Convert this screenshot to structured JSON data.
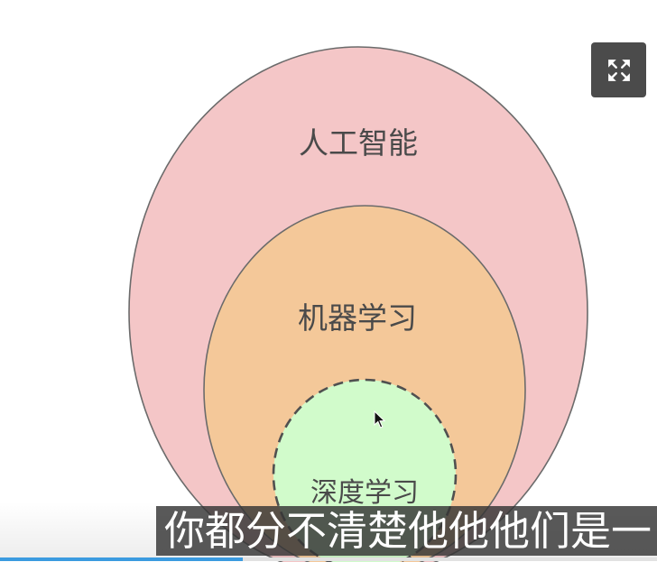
{
  "diagram": {
    "outer": {
      "label": "人工智能",
      "fill": "#f4c6c7"
    },
    "middle": {
      "label": "机器学习",
      "fill": "#f4c899"
    },
    "inner": {
      "label": "深度学习",
      "fill": "#d1fbcb"
    }
  },
  "player": {
    "fullscreen_icon": "fullscreen-expand-icon",
    "subtitle": "你都分不清楚他他他们是一",
    "progress": 0.37,
    "progress_color": "#3b9be0"
  },
  "cursor_icon": "mouse-pointer-icon"
}
